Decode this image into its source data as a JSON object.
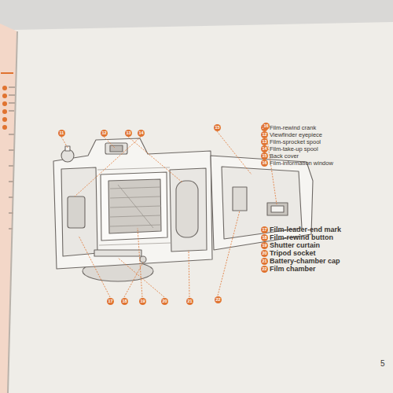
{
  "diagram": {
    "labels": [
      "11",
      "Film-rewind crank",
      "12",
      "Viewfinder eyepiece",
      "13",
      "Film-sprocket spool",
      "14",
      "Film-take-up spool",
      "15",
      "Back cover",
      "16",
      "Film-information window",
      "17",
      "Film-leader-end mark",
      "18",
      "Film-rewind button",
      "19",
      "Shutter curtain",
      "20",
      "Tripod socket",
      "21",
      "Battery-chamber cap",
      "22",
      "Film chamber",
      "11",
      "12",
      "13",
      "14",
      "15",
      "16",
      "17",
      "18",
      "19",
      "20",
      "21",
      "22",
      "5"
    ]
  }
}
